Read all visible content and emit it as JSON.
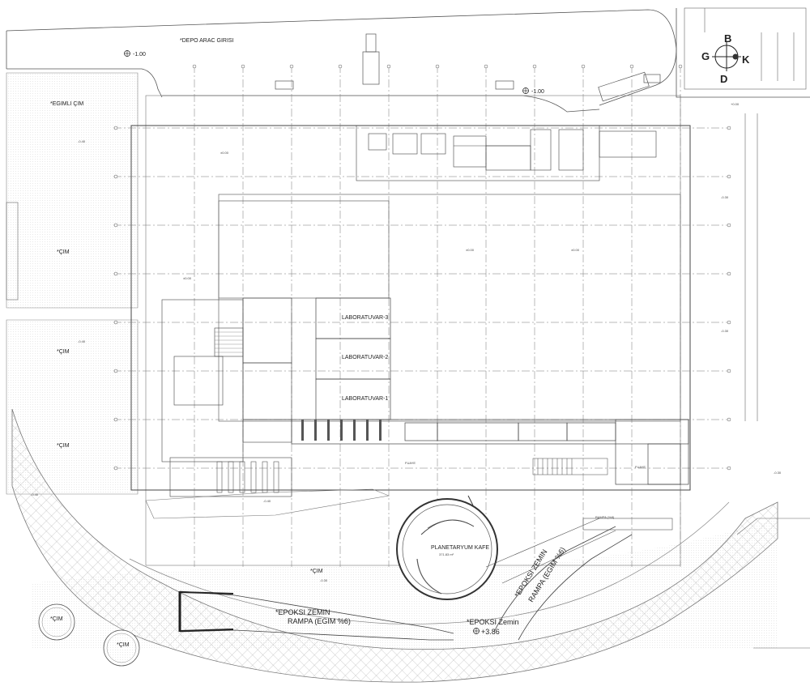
{
  "compass": {
    "north": "B",
    "west": "G",
    "east": "K",
    "south": "D"
  },
  "top": {
    "entrance_label": "*DEPO ARAC GIRISI",
    "level_left": "-1.00",
    "level_right": "-1.00"
  },
  "lawns": {
    "egimli_cim": "*EGIMLI ÇIM",
    "cim_1": "*ÇIM",
    "cim_2": "*ÇIM",
    "cim_3": "*ÇIM",
    "cim_4": "*ÇIM",
    "cim_round_1": "*ÇIM",
    "cim_round_2": "*ÇIM"
  },
  "rooms": {
    "lab_3": "LABORATUVAR-3",
    "lab_2": "LABORATUVAR-2",
    "lab_1": "LABORATUVAR-1",
    "fuaye_1": "FUAYE",
    "fuaye_2": "FUAYE",
    "planetarium_name": "PLANETARYUM KAFE",
    "planetarium_area": "371.83 m²",
    "rampa_small": "RAMPA (%8)"
  },
  "ramps": {
    "left_surface": "*EPOKSI ZEMIN",
    "left_ramp": "RAMPA (EGIM %6)",
    "right_surface": "*EPOKSI ZEMIN",
    "right_ramp": "RAMPA (EGIM %6)",
    "bottom_surface": "*EPOKSI Zemin",
    "bottom_level": "+3.86"
  },
  "levels": {
    "e1": "±0.00",
    "e2": "±0.00",
    "e3": "±0.00",
    "e4": "±0.00",
    "e5": "-0.40",
    "e6": "-0.40",
    "e7": "-0.30",
    "e8": "-0.30",
    "e9": "-0.30",
    "e10": "-0.40",
    "e11": "-0.40",
    "e12": "-0.30",
    "e13": "+0.00"
  },
  "colors": {
    "line": "#4a4a4a",
    "light": "#9a9a9a",
    "hatch": "#b5b5b5"
  }
}
